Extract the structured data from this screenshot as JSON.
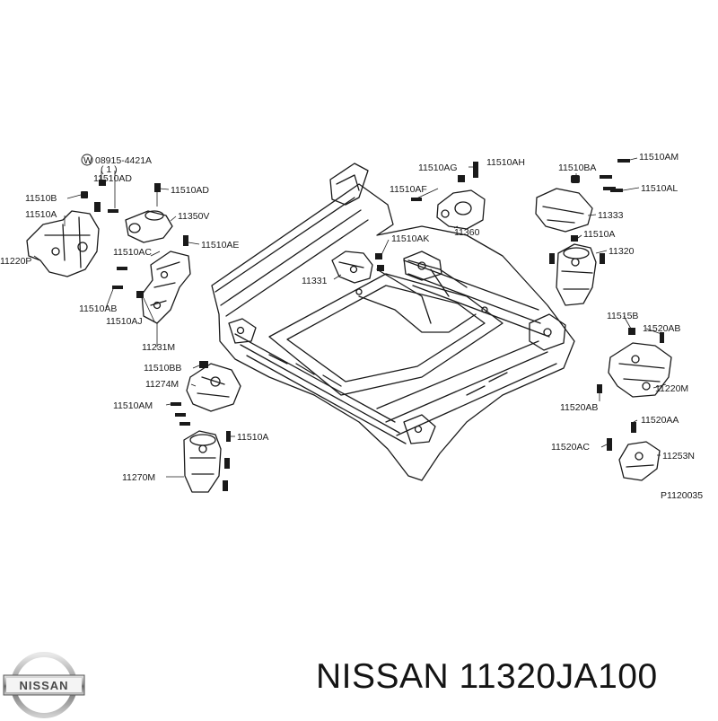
{
  "diagram": {
    "ref_code": "P1120035",
    "washer_label": "W",
    "washer_qty": "( 1 )",
    "labels": {
      "l08915": "08915-4421A",
      "l11510ad_a": "11510AD",
      "l11510ad_b": "11510AD",
      "l11510b": "11510B",
      "l11510a_left": "11510A",
      "l11220p": "11220P",
      "l11350v": "11350V",
      "l11510ac": "11510AC",
      "l11510ae": "11510AE",
      "l11510ab": "11510AB",
      "l11510aj": "11510AJ",
      "l11231m": "11231M",
      "l11510bb": "11510BB",
      "l11274m": "11274M",
      "l11510am_left": "11510AM",
      "l11510a_bottom": "11510A",
      "l11270m": "11270M",
      "l11510ag": "11510AG",
      "l11510ah": "11510AH",
      "l11510af": "11510AF",
      "l11360": "11360",
      "l11510ak": "11510AK",
      "l11331": "11331",
      "l11510ba": "11510BA",
      "l11510am_right": "11510AM",
      "l11510al": "11510AL",
      "l11333": "11333",
      "l11510a_right": "11510A",
      "l11320": "11320",
      "l11515b": "11515B",
      "l11520ab_top": "11520AB",
      "l11220m": "11220M",
      "l11520ab_bottom": "11520AB",
      "l11520aa": "11520AA",
      "l11520ac": "11520AC",
      "l11253n": "11253N"
    }
  },
  "brand": {
    "logo_text": "NISSAN"
  },
  "caption": {
    "text": "NISSAN 11320JA100"
  }
}
